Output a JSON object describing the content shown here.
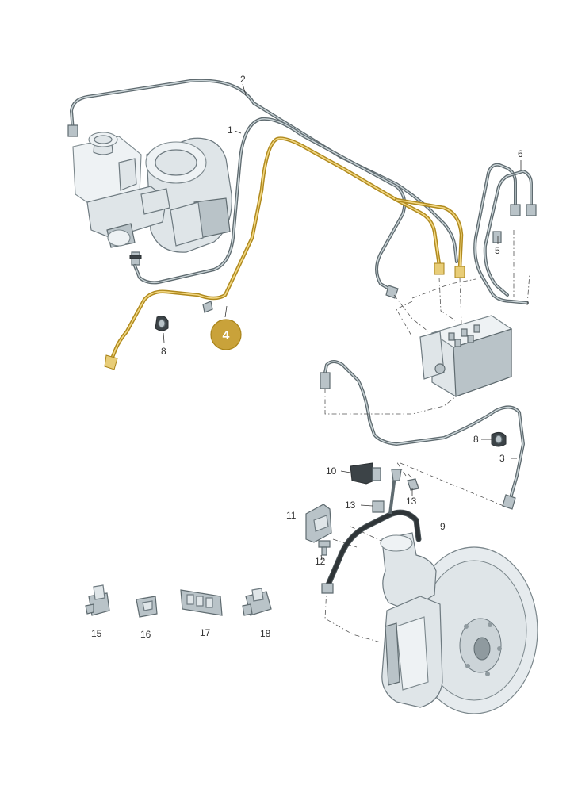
{
  "callouts": {
    "c1": "1",
    "c2": "2",
    "c3": "3",
    "c4": "4",
    "c5": "5",
    "c6": "6",
    "c8a": "8",
    "c8b": "8",
    "c9": "9",
    "c10": "10",
    "c11": "11",
    "c12": "12",
    "c13a": "13",
    "c13b": "13",
    "c15": "15",
    "c16": "16",
    "c17": "17",
    "c18": "18"
  },
  "colors": {
    "highlight_badge": "#c9a23a",
    "highlight_line": "#b08a1e",
    "pipe": "#5f6b70",
    "part_fill": "#dfe5e8"
  }
}
